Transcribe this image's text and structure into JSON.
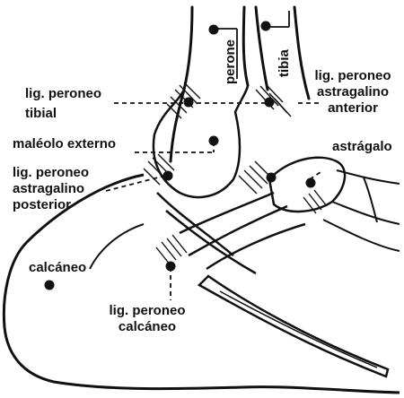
{
  "labels": {
    "perone": "perone",
    "tibia": "tibia",
    "lig_peroneo_tibial": [
      "lig. peroneo",
      "tibial"
    ],
    "lig_peroneo_astragalino_anterior": [
      "lig. peroneo",
      "astragalino",
      "anterior"
    ],
    "maleolo_externo": "maléolo externo",
    "astragalo": "astrágalo",
    "lig_peroneo_astragalino_posterior": [
      "lig. peroneo",
      "astragalino",
      "posterior"
    ],
    "calcaneo": "calcáneo",
    "lig_peroneo_calcaneo": [
      "lig. peroneo",
      "calcáneo"
    ]
  },
  "colors": {
    "ink": "#111111",
    "paper": "#ffffff"
  }
}
